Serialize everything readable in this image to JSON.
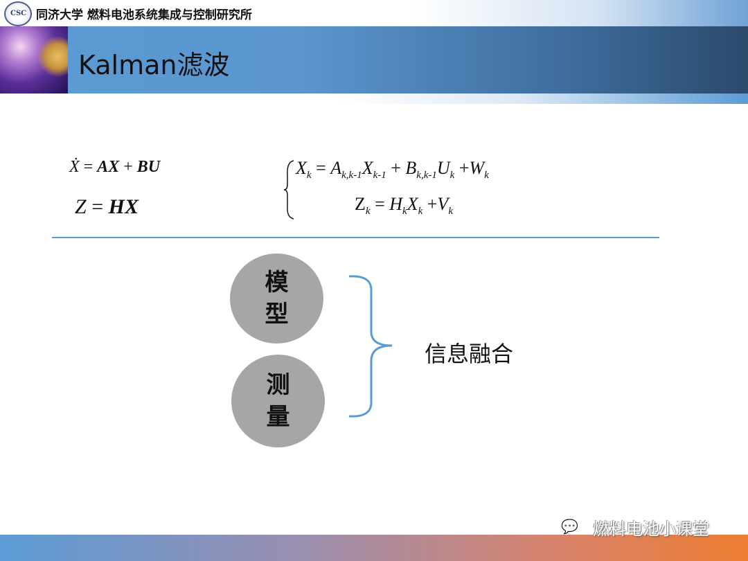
{
  "header": {
    "institute": "同济大学 燃料电池系统集成与控制研究所",
    "logo_text": "CSC",
    "title": "Kalman滤波"
  },
  "equations": {
    "continuous_state": {
      "lhs": "Ẋ",
      "eq": " = ",
      "a": "AX",
      "plus": " + ",
      "b": "BU"
    },
    "continuous_obs": {
      "lhs": "Z",
      "eq": " = ",
      "rhs": "HX"
    },
    "discrete_state": {
      "x": "X",
      "k": "k",
      "eq": " = ",
      "a": "A",
      "akk": "k,k-1",
      "x2": "X",
      "km1": "k-1",
      "plus": " + ",
      "b": "B",
      "bkk": "k,k-1",
      "u": "U",
      "uk": "k",
      "plus2": " +",
      "w": "W",
      "wk": "k"
    },
    "discrete_obs": {
      "z": "Z",
      "zk": "k",
      "eq": " = ",
      "h": "H",
      "hk": "k",
      "x": "X",
      "xk": "k",
      "plus": " +",
      "v": "V",
      "vk": "k"
    }
  },
  "diagram": {
    "model": [
      "模",
      "型"
    ],
    "measure": [
      "测",
      "量"
    ],
    "fusion": "信息融合"
  },
  "watermark": "燃料电池小课堂"
}
